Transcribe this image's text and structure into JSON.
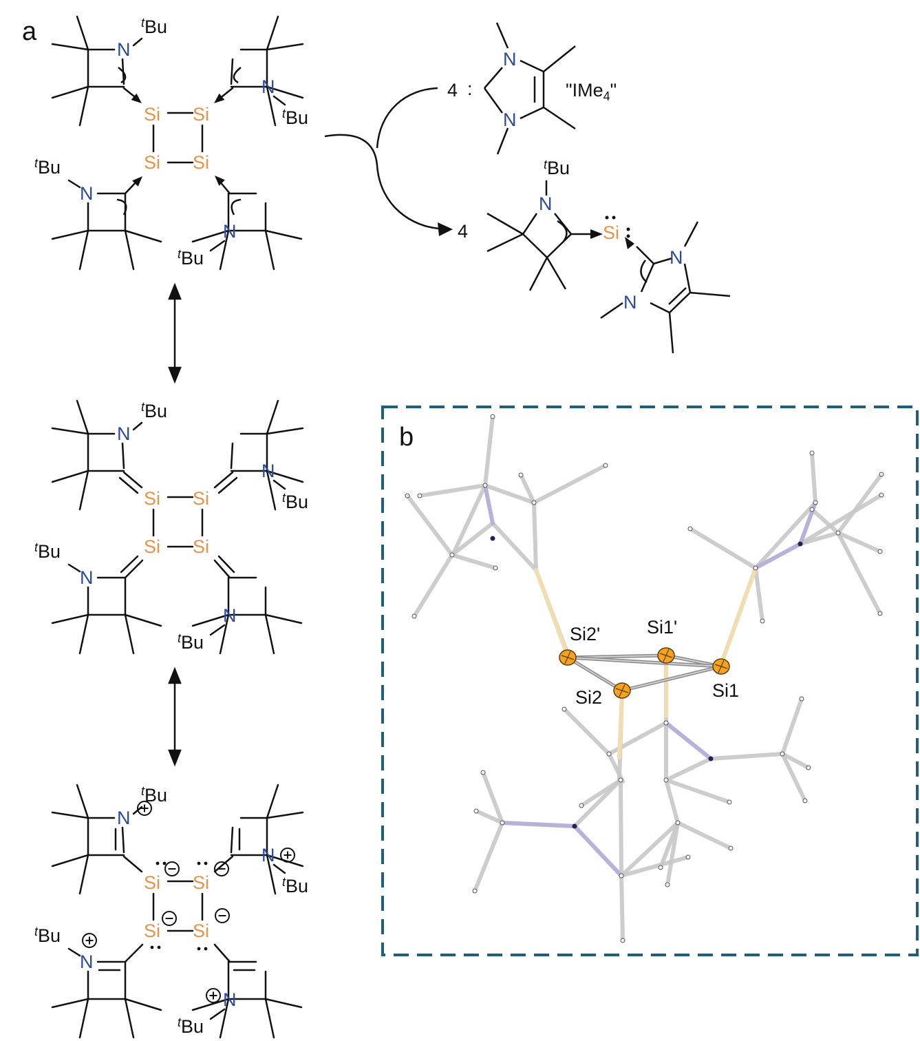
{
  "panels": {
    "a": "a",
    "b": "b"
  },
  "atoms": {
    "si": "Si",
    "n": "N",
    "tbu_sup": "t",
    "tbu": "Bu"
  },
  "reagent": {
    "count": "4",
    "colon": ":",
    "name_pre": "\"IMe",
    "name_sub": "4",
    "name_post": "\"",
    "product_count": "4"
  },
  "crystal_labels": {
    "si2p": "Si2'",
    "si1p": "Si1'",
    "si2": "Si2",
    "si1": "Si1"
  },
  "colors": {
    "silicon": "#e8924a",
    "nitrogen": "#2c4a9a",
    "bond": "#111111",
    "box": "#1f5f7c",
    "stick": "#c8c8c8",
    "stick_n": "#b6b2d9",
    "stick_si": "#f2ddb0",
    "atom_ball": "#f5a21c"
  }
}
